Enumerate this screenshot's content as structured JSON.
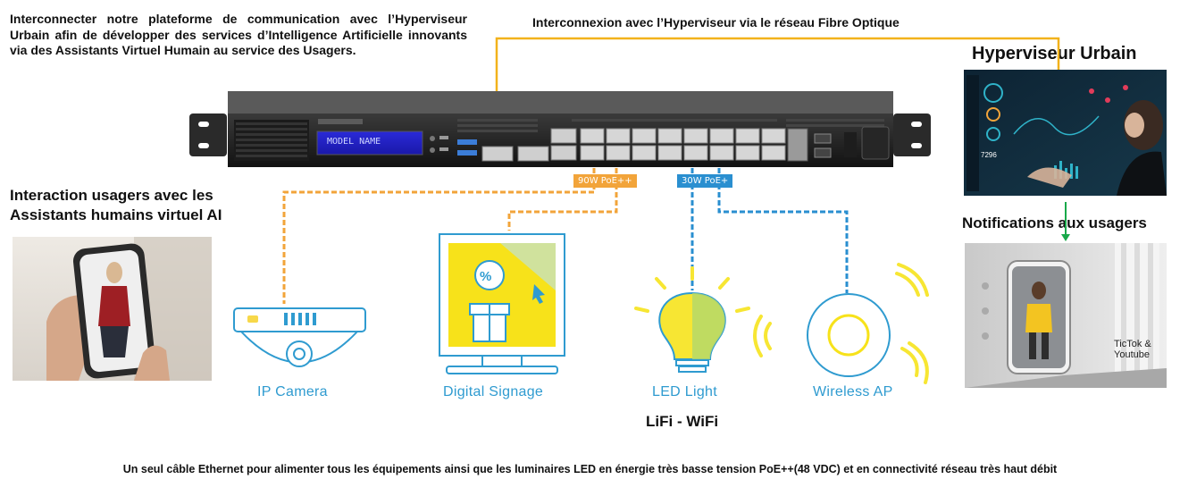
{
  "intro_text": "Interconnecter notre plateforme de communication avec l’Hyperviseur Urbain afin de développer des services d’Intelligence Artificielle innovants via des Assistants Virtuel Humain au service des Usagers.",
  "fiber_label": "Interconnexion avec l’Hyperviseur via le réseau Fibre Optique",
  "hypervisor_title": "Hyperviseur Urbain",
  "hypervisor_screen_value": "7296",
  "notifications_title": "Notifications aux usagers",
  "notifications_caption": "TicTok & Youtube",
  "interaction_title_line1": "Interaction usagers avec les",
  "interaction_title_line2": "Assistants humains virtuel  AI",
  "switch_lcd_text": "MODEL NAME",
  "poe_badges": {
    "left": "90W PoE++",
    "right": "30W PoE+"
  },
  "devices": {
    "camera": "IP Camera",
    "signage": "Digital Signage",
    "led": "LED Light",
    "ap": "Wireless AP"
  },
  "lifi_label": "LiFi - WiFi",
  "footer": "Un seul câble Ethernet pour alimenter tous les équipements ainsi que les luminaires LED en énergie très basse tension PoE++(48 VDC) et en connectivité réseau très haut débit",
  "colors": {
    "fiber": "#f2b21b",
    "poe_orange": "#f2a43a",
    "poe_blue": "#2a8fd0",
    "device_label": "#2f9bd0",
    "signage_yellow": "#f7e21a",
    "bulb_yellow": "#f7e633",
    "bulb_green": "#b5d86a",
    "notif_arrow": "#19a84a"
  }
}
